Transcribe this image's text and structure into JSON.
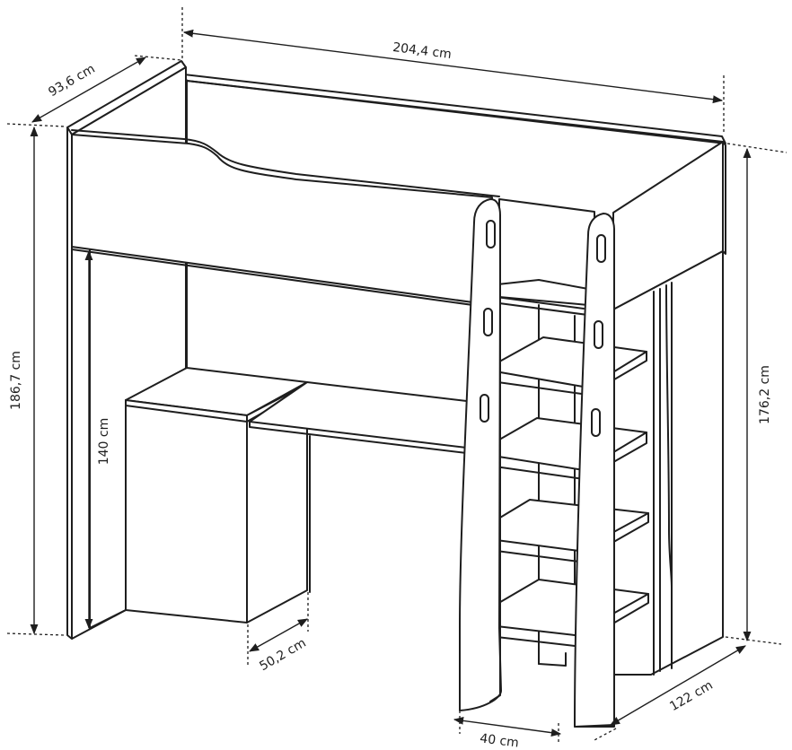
{
  "colors": {
    "ink": "#1e1e1e",
    "paper": "#ffffff"
  },
  "dimensions": {
    "width": "204,4 cm",
    "depth": "93,6 cm",
    "height_left": "186,7 cm",
    "height_right": "176,2 cm",
    "desk_height": "140 cm",
    "desk_depth": "50,2 cm",
    "stair_width": "40 cm",
    "stair_depth": "122 cm"
  }
}
